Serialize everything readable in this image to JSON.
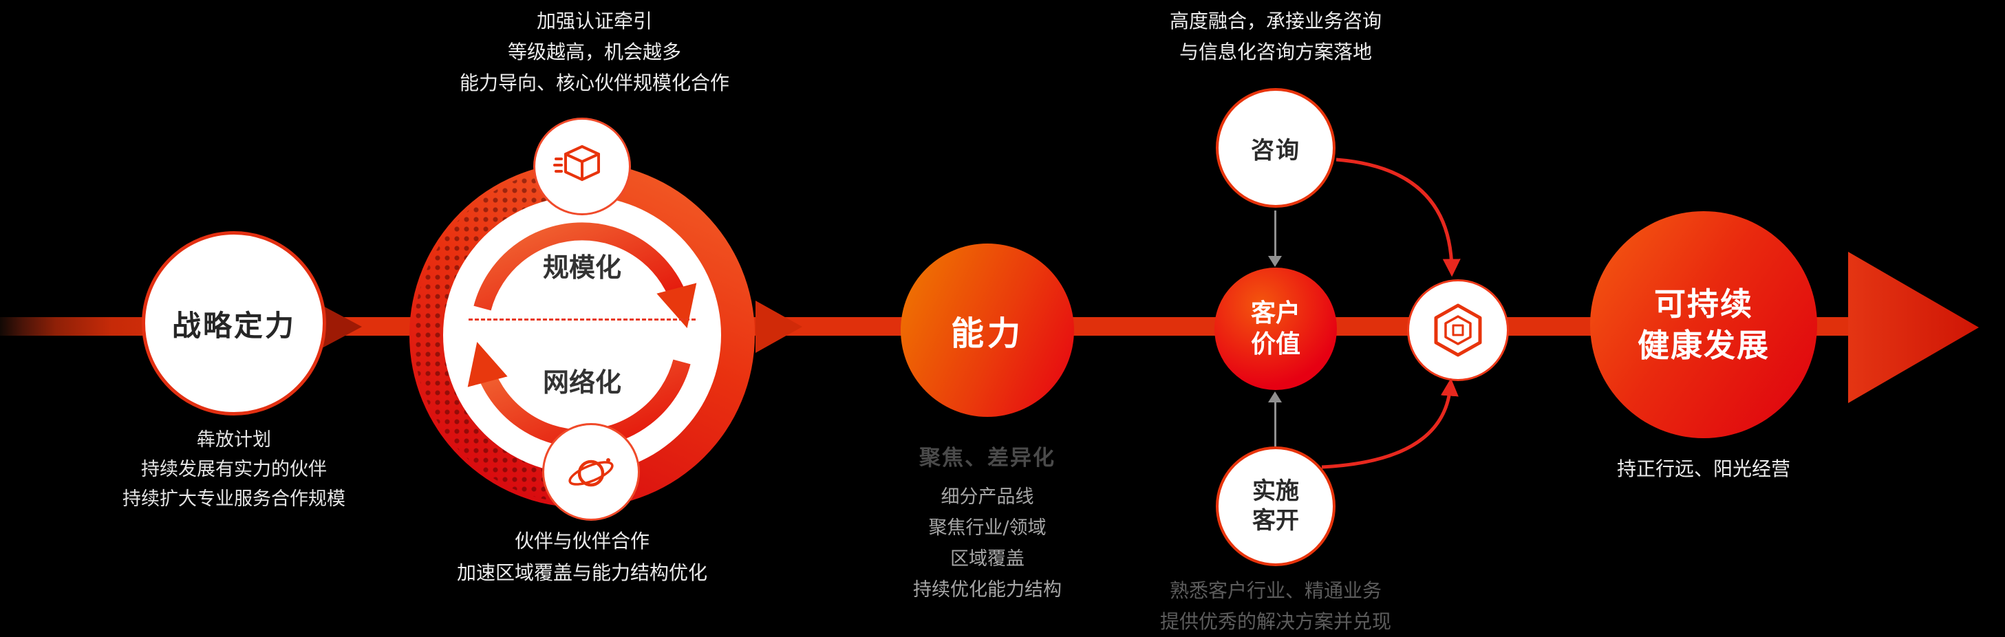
{
  "colors": {
    "background": "#000000",
    "primary_red": "#e60012",
    "orange": "#f07b00",
    "band_red": "#e0300c",
    "dark_text": "#2b2b2b",
    "white_text": "#ededed",
    "dim_bold_text": "#4a4a4a",
    "gray_text": "#a6a6a6",
    "dark_gray_text": "#5c5c5c",
    "connector_gray": "#909090"
  },
  "stage1": {
    "title": "战略定力",
    "notes": [
      "犇放计划",
      "持续发展有实力的伙伴",
      "持续扩大专业服务合作规模"
    ]
  },
  "stage2": {
    "top_notes": [
      "加强认证牵引",
      "等级越高，机会越多",
      "能力导向、核心伙伴规模化合作"
    ],
    "label_top": "规模化",
    "label_bottom": "网络化",
    "bottom_notes": [
      "伙伴与伙伴合作",
      "加速区域覆盖与能力结构优化"
    ],
    "top_icon": "cube-icon",
    "bottom_icon": "planet-icon"
  },
  "stage3": {
    "title": "能力",
    "subtitle": "聚焦、差异化",
    "notes": [
      "细分产品线",
      "聚焦行业/领域",
      "区域覆盖",
      "持续优化能力结构"
    ]
  },
  "stage4": {
    "top_circle": "咨询",
    "center_circle": [
      "客户",
      "价值"
    ],
    "bottom_circle": [
      "实施",
      "客开"
    ],
    "top_notes": [
      "高度融合，承接业务咨询",
      "与信息化咨询方案落地"
    ],
    "bottom_notes": [
      "熟悉客户行业、精通业务",
      "提供优秀的解决方案并兑现"
    ],
    "icon": "hexagon-icon"
  },
  "stage5": {
    "title": [
      "可持续",
      "健康发展"
    ],
    "note": "持正行远、阳光经营"
  }
}
